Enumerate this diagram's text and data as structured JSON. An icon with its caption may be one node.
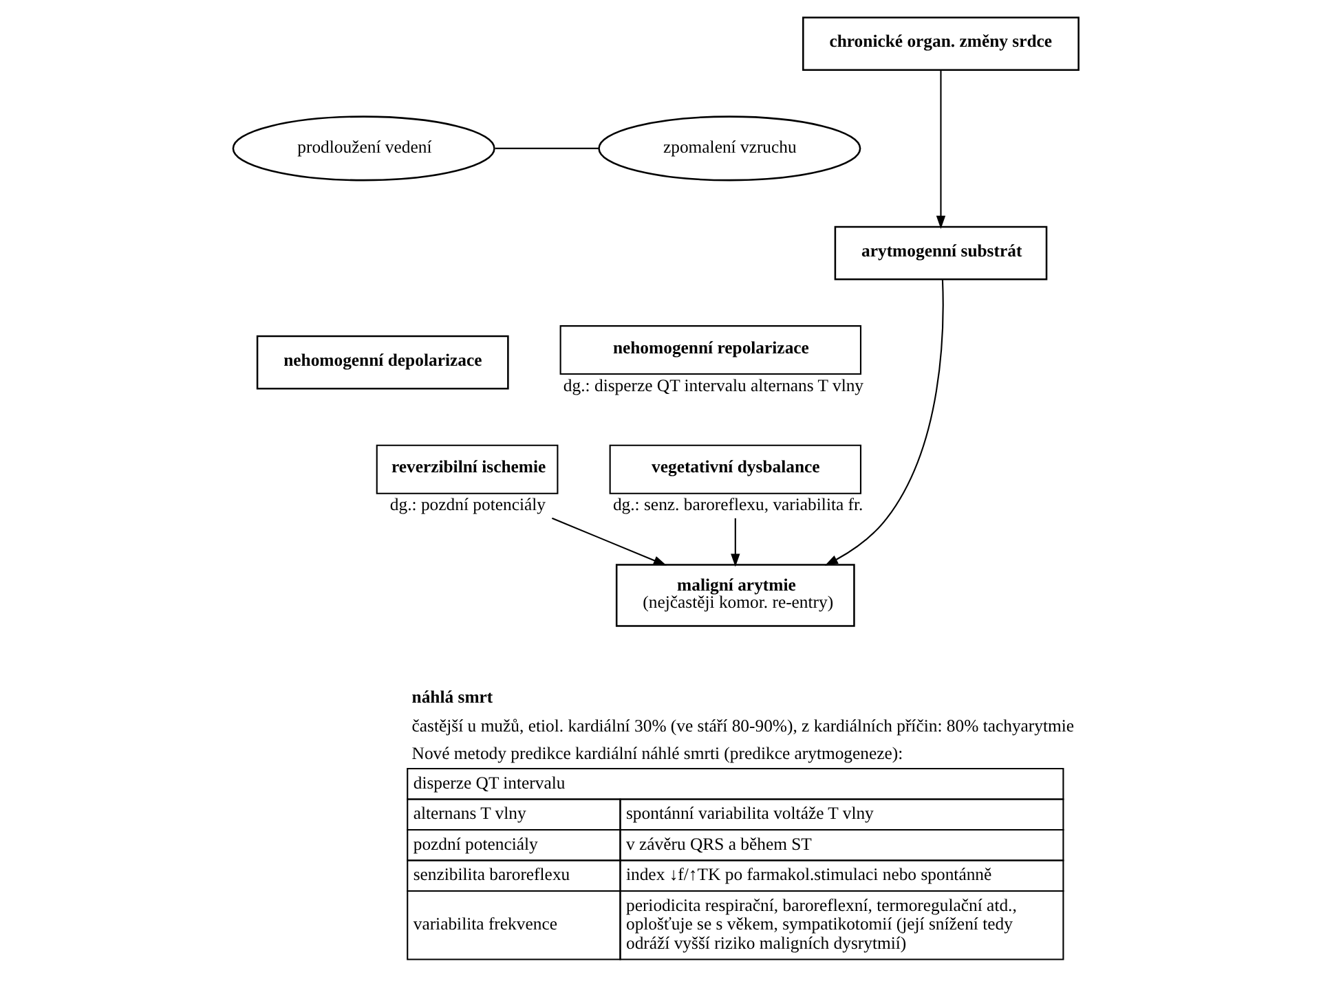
{
  "diagram": {
    "nodes": [
      {
        "text": [
          "chronické organ. změny srdce"
        ]
      },
      {
        "text": [
          "prodloužení vedení"
        ]
      },
      {
        "text": [
          "zpomalení vzruchu"
        ]
      },
      {
        "text": [
          "arytmogenní substrát"
        ]
      },
      {
        "text": [
          "nehomogenní depolarizace"
        ]
      },
      {
        "text": [
          "nehomogenní repolarizace"
        ],
        "beside": [
          "dg.: disperze QT intervalu alternans T vlny"
        ]
      },
      {
        "text": [
          "reverzibilní ischemie"
        ],
        "beside": [
          "dg.: pozdní potenciály"
        ]
      },
      {
        "text": [
          "vegetativní dysbalance"
        ],
        "beside": [
          "dg.: senz. baroreflexu, variabilita fr."
        ]
      },
      {
        "text": [
          "maligní arytmie",
          "(nejčastěji komor. re-entry)"
        ]
      }
    ],
    "edges": [
      {
        "from": 0,
        "to": 3,
        "arrow": "to"
      },
      {
        "from": 1,
        "to": 2,
        "arrow": "none"
      },
      {
        "from": 6,
        "to": 8,
        "arrow": "to"
      },
      {
        "from": 3,
        "to": 8,
        "arrow": "to"
      },
      {
        "from": 7,
        "to": 8,
        "arrow": "to"
      }
    ],
    "labels": [
      "náhlá smrt",
      "častější u mužů, etiol. kardiální 30% (ve stáří 80-90%), z kardiálních příčin: 80% tachyarytmie",
      "Nové metody predikce kardiální náhlé smrti (predikce arytmogeneze):",
      "disperze QT intervalu",
      "alternans T vlny",
      "spontánní variabilita voltáže T vlny",
      "pozdní potenciály",
      "v závěru QRS a během ST",
      "senzibilita baroreflexu",
      "index ↓f/↑TK po farmakol.stimulaci nebo spontánně",
      "variabilita frekvence",
      "periodicita respirační, baroreflexní, termoregulační atd., oplošťuje se s věkem, sympatikotomií (její snížení tedy odráží vyšší riziko maligních dysrytmií)"
    ]
  }
}
